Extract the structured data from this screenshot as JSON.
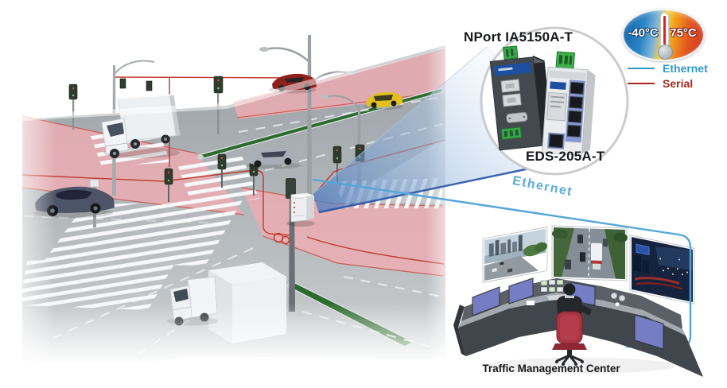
{
  "diagram": {
    "products": {
      "device1": {
        "label": "NPort IA5150A-T"
      },
      "device2": {
        "label": "EDS-205A-T"
      }
    },
    "temperature_badge": {
      "min": "-40°C",
      "max": "75°C"
    },
    "legend": [
      {
        "label": "Ethernet",
        "color": "#2f99cf"
      },
      {
        "label": "Serial",
        "color": "#a5281f"
      }
    ],
    "connection_label": "Ethernet",
    "traffic_center_label": "Traffic Management Center",
    "colors": {
      "ethernet_line": "#52a6d7",
      "serial_line": "#c0392b",
      "road_highlight": "#efadb3",
      "beam_blue": "#3465b0",
      "moxa_blue": "#1c4f9f"
    }
  }
}
